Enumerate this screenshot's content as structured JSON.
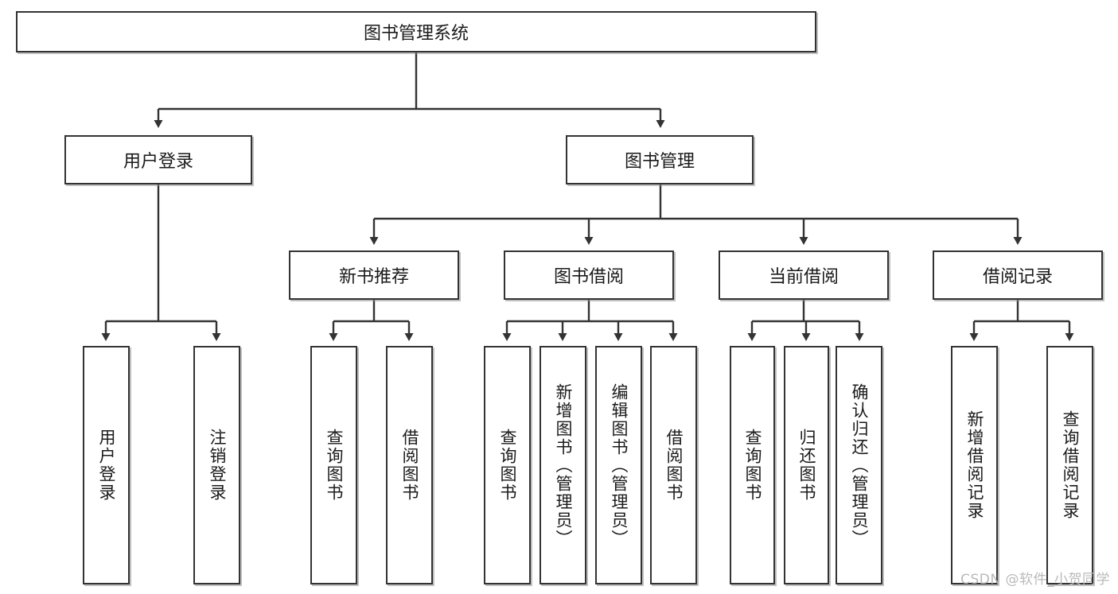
{
  "diagram": {
    "type": "tree-hierarchy-chart",
    "title": "图书管理系统",
    "watermark": "CSDN @软件_小贺同学",
    "colors": {
      "stroke": "#333333",
      "fill": "#ffffff",
      "text": "#1a1a1a",
      "shadow": "#8c8c8c",
      "watermark": "#b9b9b9"
    },
    "levels": [
      {
        "level": 1,
        "nodes": [
          {
            "id": "root",
            "label": "图书管理系统",
            "orientation": "horizontal"
          }
        ]
      },
      {
        "level": 2,
        "nodes": [
          {
            "id": "user-login",
            "label": "用户登录",
            "orientation": "horizontal",
            "parent": "root"
          },
          {
            "id": "book-manage",
            "label": "图书管理",
            "orientation": "horizontal",
            "parent": "root"
          }
        ]
      },
      {
        "level": 3,
        "nodes": [
          {
            "id": "new-book-recommend",
            "label": "新书推荐",
            "orientation": "horizontal",
            "parent": "book-manage"
          },
          {
            "id": "book-borrow",
            "label": "图书借阅",
            "orientation": "horizontal",
            "parent": "book-manage"
          },
          {
            "id": "current-borrow",
            "label": "当前借阅",
            "orientation": "horizontal",
            "parent": "book-manage"
          },
          {
            "id": "borrow-record",
            "label": "借阅记录",
            "orientation": "horizontal",
            "parent": "book-manage"
          }
        ]
      },
      {
        "level": 4,
        "nodes": [
          {
            "id": "leaf-user-login",
            "label": "用户登录",
            "orientation": "vertical",
            "parent": "user-login"
          },
          {
            "id": "leaf-logout-login",
            "label": "注销登录",
            "orientation": "vertical",
            "parent": "user-login"
          },
          {
            "id": "leaf-query-book-1",
            "label": "查询图书",
            "orientation": "vertical",
            "parent": "new-book-recommend"
          },
          {
            "id": "leaf-borrow-book-1",
            "label": "借阅图书",
            "orientation": "vertical",
            "parent": "new-book-recommend"
          },
          {
            "id": "leaf-query-book-2",
            "label": "查询图书",
            "orientation": "vertical",
            "parent": "book-borrow"
          },
          {
            "id": "leaf-add-book",
            "label": "新增图书（管理员）",
            "orientation": "vertical",
            "parent": "book-borrow"
          },
          {
            "id": "leaf-edit-book",
            "label": "编辑图书（管理员）",
            "orientation": "vertical",
            "parent": "book-borrow"
          },
          {
            "id": "leaf-borrow-book-2",
            "label": "借阅图书",
            "orientation": "vertical",
            "parent": "book-borrow"
          },
          {
            "id": "leaf-query-book-3",
            "label": "查询图书",
            "orientation": "vertical",
            "parent": "current-borrow"
          },
          {
            "id": "leaf-return-book",
            "label": "归还图书",
            "orientation": "vertical",
            "parent": "current-borrow"
          },
          {
            "id": "leaf-confirm-return",
            "label": "确认归还（管理员）",
            "orientation": "vertical",
            "parent": "current-borrow"
          },
          {
            "id": "leaf-add-record",
            "label": "新增借阅记录",
            "orientation": "vertical",
            "parent": "borrow-record"
          },
          {
            "id": "leaf-query-record",
            "label": "查询借阅记录",
            "orientation": "vertical",
            "parent": "borrow-record"
          }
        ]
      }
    ]
  }
}
